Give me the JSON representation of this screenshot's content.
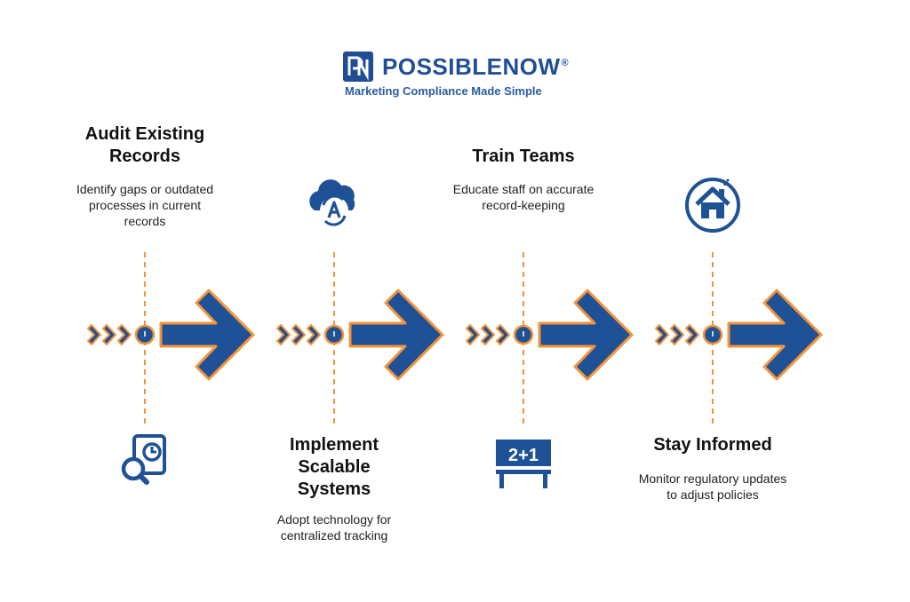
{
  "brand": {
    "name": "POSSIBLENOW",
    "registered": "®",
    "tagline": "Marketing Compliance Made Simple"
  },
  "colors": {
    "navy": "#1f5196",
    "orange": "#f4933a",
    "text": "#111111"
  },
  "steps": [
    {
      "title": "Audit Existing Records",
      "description": "Identify gaps or outdated processes in current records",
      "icon": "search-document-icon",
      "text_position": "top"
    },
    {
      "title": "Implement Scalable Systems",
      "description": "Adopt technology for centralized tracking",
      "icon": "cloud-sync-icon",
      "text_position": "bottom"
    },
    {
      "title": "Train Teams",
      "description": "Educate staff on accurate record-keeping",
      "icon": "classroom-board-icon",
      "board_text": "2+1",
      "text_position": "top"
    },
    {
      "title": "Stay Informed",
      "description": "Monitor regulatory updates to adjust policies",
      "icon": "house-icon",
      "text_position": "bottom"
    }
  ]
}
